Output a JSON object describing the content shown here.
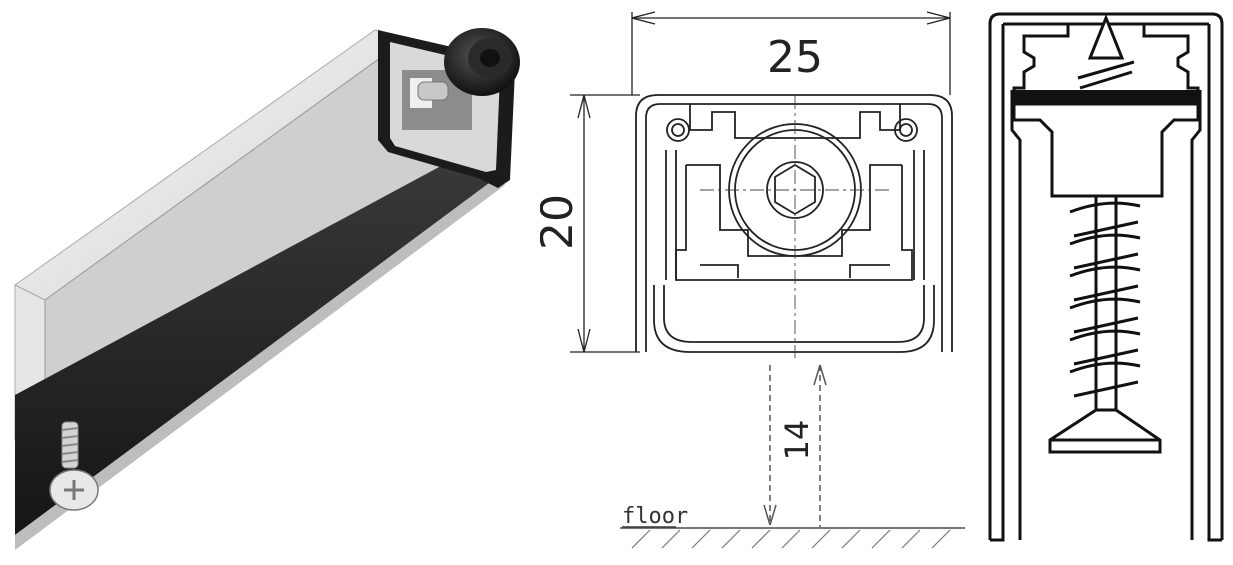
{
  "dimensions": {
    "width_label": "25",
    "height_label": "20",
    "floor_gap_label": "14"
  },
  "floor_label": "floor",
  "colors": {
    "line": "#222222",
    "seal": "#2a2a2a",
    "aluminum": "#d8d8d8",
    "dash": "#555555"
  }
}
